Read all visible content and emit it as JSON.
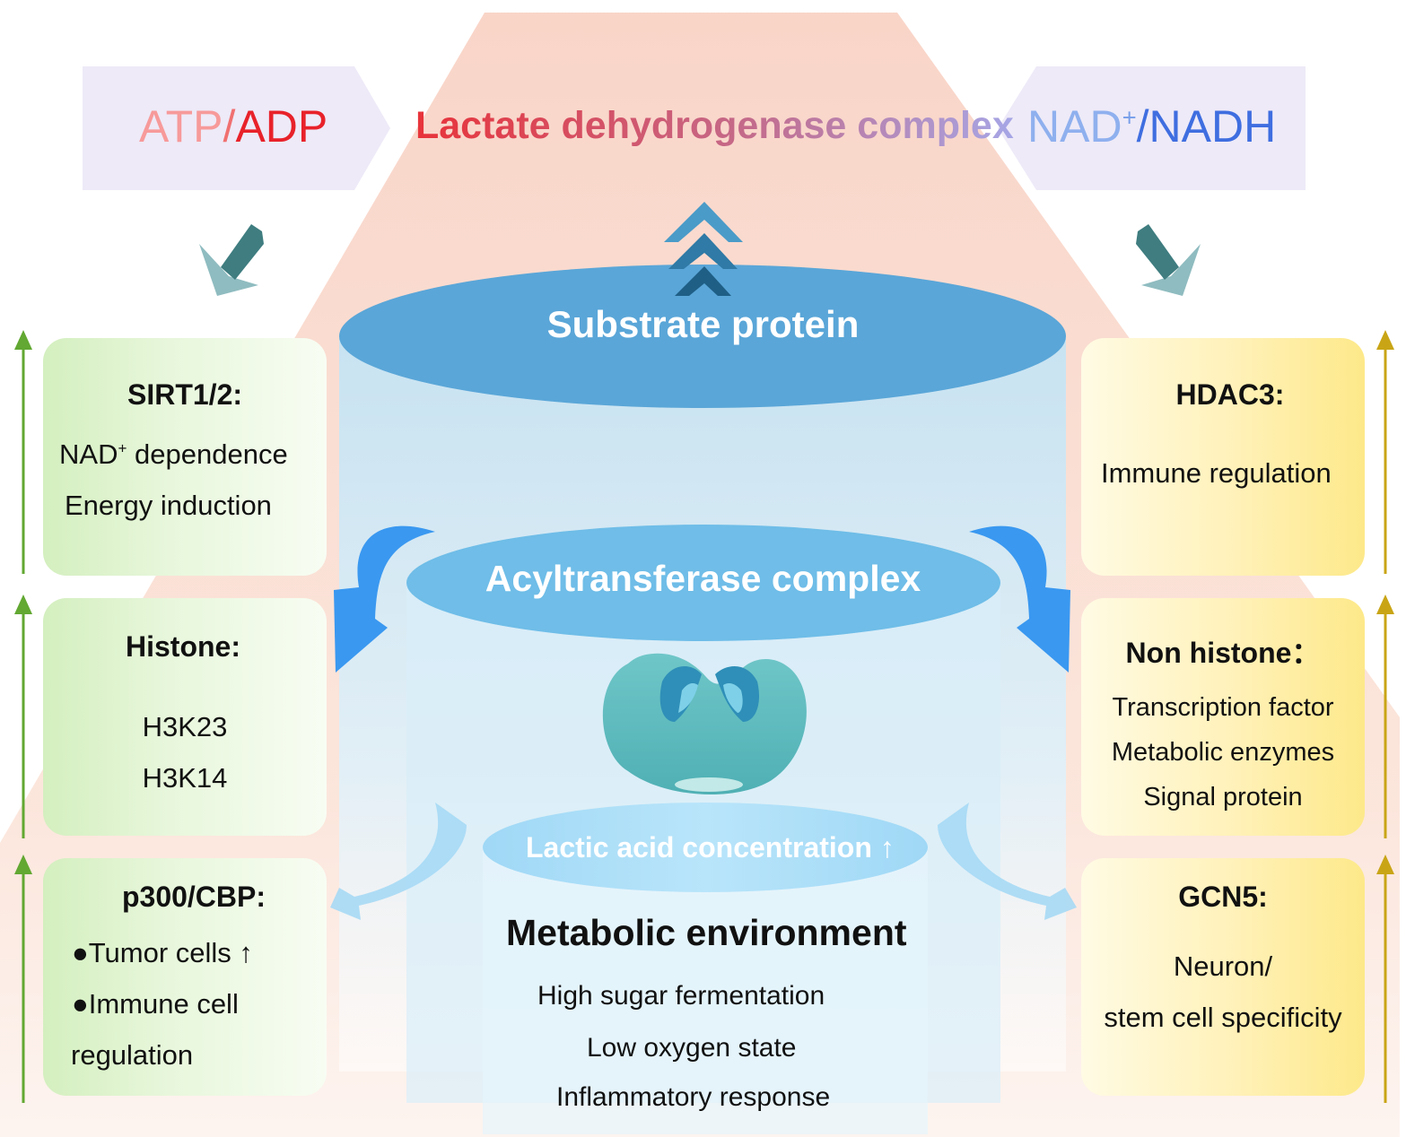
{
  "header": {
    "atp": "ATP",
    "slash_left": "/",
    "adp": "ADP",
    "center_title": "Lactate dehydrogenase complex",
    "nad": "NAD",
    "nad_sup": "+",
    "nadh": "/NADH"
  },
  "cylinders": {
    "substrate": "Substrate protein",
    "acyltransferase": "Acyltransferase complex",
    "lactic": "Lactic acid concentration ↑",
    "metabolic_title": "Metabolic environment",
    "metabolic_items": [
      "High sugar fermentation",
      "Low oxygen state",
      "Inflammatory response"
    ]
  },
  "left_boxes": [
    {
      "title": "SIRT1/2:",
      "line1_main": "NAD",
      "line1_sup": "+",
      "line1_rest": " dependence",
      "line2": "Energy induction"
    },
    {
      "title": "Histone:",
      "lines": [
        "H3K23",
        "H3K14"
      ]
    },
    {
      "title": "p300/CBP:",
      "lines": [
        "●Tumor cells ↑",
        "●Immune cell",
        "regulation"
      ]
    }
  ],
  "right_boxes": [
    {
      "title": "HDAC3:",
      "lines": [
        "Immune regulation"
      ]
    },
    {
      "title": "Non histone：",
      "lines": [
        "Transcription factor",
        "Metabolic enzymes",
        "Signal protein"
      ]
    },
    {
      "title": "GCN5:",
      "lines": [
        "Neuron/",
        "stem cell specificity"
      ]
    }
  ],
  "colors": {
    "trapezoid": "#f8d3c6",
    "tag_bg": "#eeeaf8",
    "atp": "#f79a9a",
    "adp": "#e8222a",
    "nad": "#8fb0ee",
    "nadh": "#3f6ee0",
    "substrate_top": "#5aa6d8",
    "acyl_top": "#6fbde8",
    "lactic_top": "#a8dcf7",
    "blue_arrow": "#3a98f0",
    "green_arrow": "#62a832",
    "gold_arrow": "#c9a516",
    "teal_arrow_dark": "#3f7d80",
    "teal_arrow_light": "#8fbcc0",
    "chevron": "#3a88b4"
  }
}
